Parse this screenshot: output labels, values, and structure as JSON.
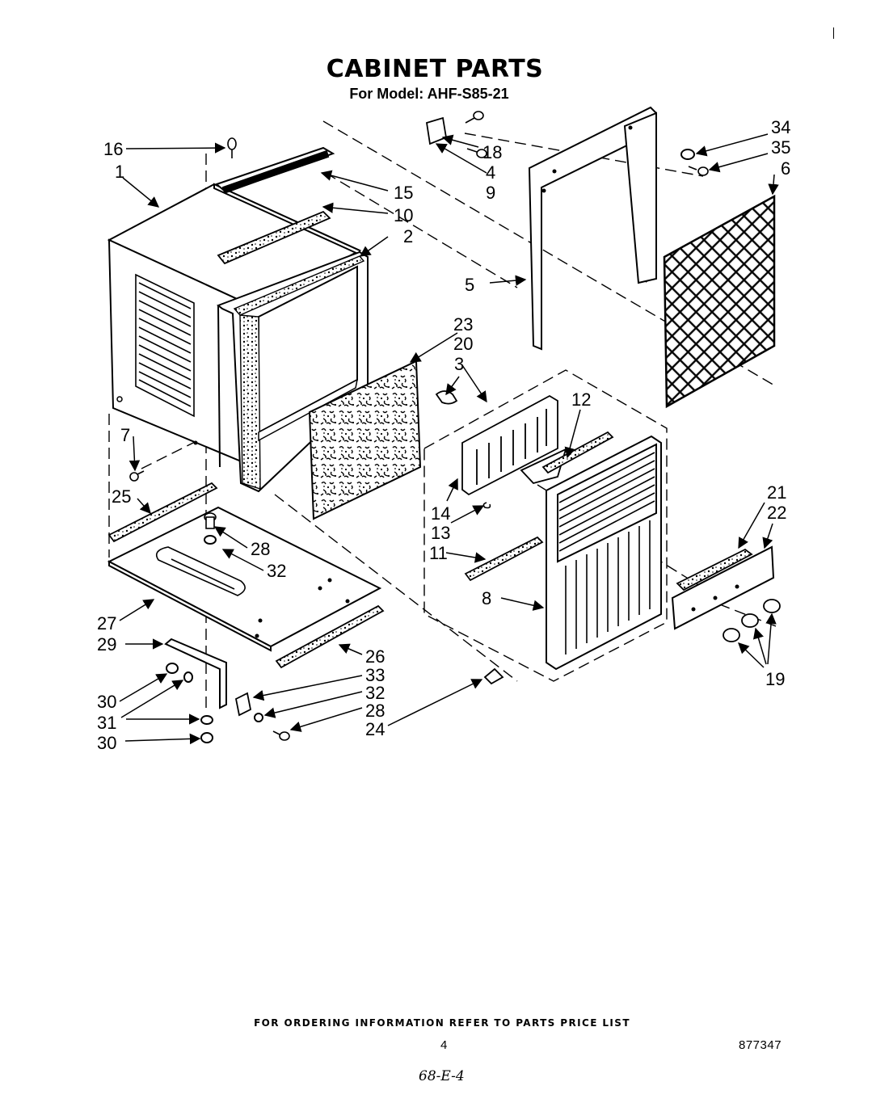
{
  "header": {
    "title": "CABINET PARTS",
    "subtitle": "For Model: AHF-S85-21"
  },
  "callouts": {
    "c1": "1",
    "c2": "2",
    "c3": "3",
    "c4": "4",
    "c5": "5",
    "c6": "6",
    "c7": "7",
    "c8": "8",
    "c9": "9",
    "c10": "10",
    "c11": "11",
    "c12": "12",
    "c13": "13",
    "c14": "14",
    "c15": "15",
    "c16": "16",
    "c18": "18",
    "c19": "19",
    "c20": "20",
    "c21": "21",
    "c22": "22",
    "c23": "23",
    "c24": "24",
    "c25": "25",
    "c26": "26",
    "c27": "27",
    "c28": "28",
    "c29": "29",
    "c30": "30",
    "c31": "31",
    "c32": "32",
    "c33": "33",
    "c34": "34",
    "c35": "35"
  },
  "footer": {
    "note": "FOR ORDERING INFORMATION REFER TO PARTS PRICE LIST",
    "page_number": "4",
    "doc_number": "877347",
    "handwritten": "68-E-4"
  }
}
